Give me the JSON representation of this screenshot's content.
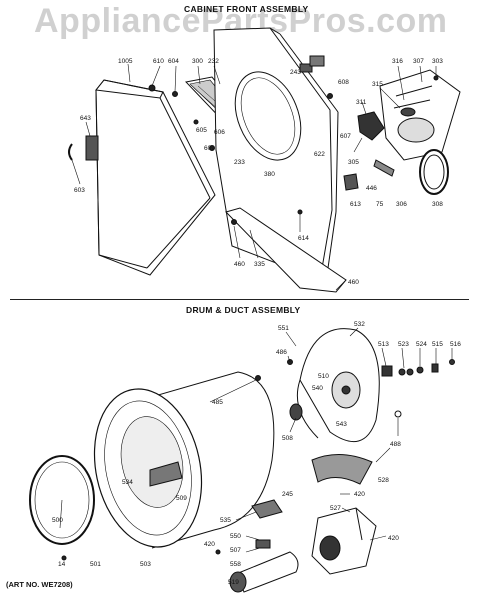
{
  "watermark": "AppliancePartsPros.com",
  "titles": {
    "cabinet": "CABINET FRONT ASSEMBLY",
    "drum": "DRUM & DUCT ASSEMBLY"
  },
  "art_no": "(ART NO. WE7208)",
  "cabinet_labels": [
    {
      "id": "lbl-1005",
      "text": "1005"
    },
    {
      "id": "lbl-610",
      "text": "610"
    },
    {
      "id": "lbl-604",
      "text": "604"
    },
    {
      "id": "lbl-300",
      "text": "300"
    },
    {
      "id": "lbl-232",
      "text": "232"
    },
    {
      "id": "lbl-243",
      "text": "243"
    },
    {
      "id": "lbl-316",
      "text": "316"
    },
    {
      "id": "lbl-307",
      "text": "307"
    },
    {
      "id": "lbl-303",
      "text": "303"
    },
    {
      "id": "lbl-608",
      "text": "608"
    },
    {
      "id": "lbl-315",
      "text": "315"
    },
    {
      "id": "lbl-311",
      "text": "311"
    },
    {
      "id": "lbl-643",
      "text": "643"
    },
    {
      "id": "lbl-605",
      "text": "605"
    },
    {
      "id": "lbl-606",
      "text": "606"
    },
    {
      "id": "lbl-609",
      "text": "609"
    },
    {
      "id": "lbl-607",
      "text": "607"
    },
    {
      "id": "lbl-622",
      "text": "622"
    },
    {
      "id": "lbl-233",
      "text": "233"
    },
    {
      "id": "lbl-380",
      "text": "380"
    },
    {
      "id": "lbl-305",
      "text": "305"
    },
    {
      "id": "lbl-603",
      "text": "603"
    },
    {
      "id": "lbl-446",
      "text": "446"
    },
    {
      "id": "lbl-613",
      "text": "613"
    },
    {
      "id": "lbl-75",
      "text": "75"
    },
    {
      "id": "lbl-306",
      "text": "306"
    },
    {
      "id": "lbl-308",
      "text": "308"
    },
    {
      "id": "lbl-614",
      "text": "614"
    },
    {
      "id": "lbl-460a",
      "text": "460"
    },
    {
      "id": "lbl-335",
      "text": "335"
    },
    {
      "id": "lbl-460b",
      "text": "460"
    }
  ],
  "drum_labels": [
    {
      "id": "lbl-551",
      "text": "551"
    },
    {
      "id": "lbl-532",
      "text": "532"
    },
    {
      "id": "lbl-486",
      "text": "486"
    },
    {
      "id": "lbl-513",
      "text": "513"
    },
    {
      "id": "lbl-523",
      "text": "523"
    },
    {
      "id": "lbl-524",
      "text": "524"
    },
    {
      "id": "lbl-515",
      "text": "515"
    },
    {
      "id": "lbl-516",
      "text": "516"
    },
    {
      "id": "lbl-510",
      "text": "510"
    },
    {
      "id": "lbl-540",
      "text": "540"
    },
    {
      "id": "lbl-485",
      "text": "485"
    },
    {
      "id": "lbl-508",
      "text": "508"
    },
    {
      "id": "lbl-543",
      "text": "543"
    },
    {
      "id": "lbl-488",
      "text": "488"
    },
    {
      "id": "lbl-534",
      "text": "534"
    },
    {
      "id": "lbl-509",
      "text": "509"
    },
    {
      "id": "lbl-528",
      "text": "528"
    },
    {
      "id": "lbl-245",
      "text": "245"
    },
    {
      "id": "lbl-420a",
      "text": "420"
    },
    {
      "id": "lbl-527",
      "text": "527"
    },
    {
      "id": "lbl-500",
      "text": "500"
    },
    {
      "id": "lbl-535",
      "text": "535"
    },
    {
      "id": "lbl-550",
      "text": "550"
    },
    {
      "id": "lbl-507",
      "text": "507"
    },
    {
      "id": "lbl-420b",
      "text": "420"
    },
    {
      "id": "lbl-558",
      "text": "558"
    },
    {
      "id": "lbl-420c",
      "text": "420"
    },
    {
      "id": "lbl-14",
      "text": "14"
    },
    {
      "id": "lbl-501",
      "text": "501"
    },
    {
      "id": "lbl-503",
      "text": "503"
    },
    {
      "id": "lbl-519",
      "text": "519"
    }
  ]
}
